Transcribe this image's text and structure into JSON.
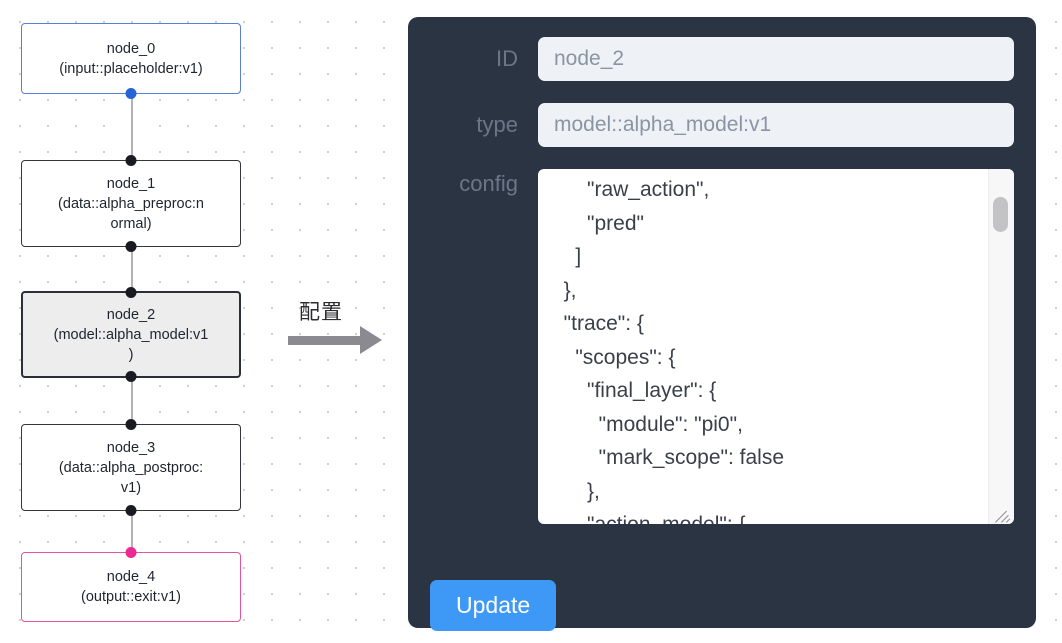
{
  "canvas": {
    "nodes": [
      {
        "id": "node_0",
        "title": "node_0",
        "subtitle": "(input::placeholder:v1)",
        "state": "input",
        "border_color": "#5b7fd4",
        "handle_color": "#2563d6"
      },
      {
        "id": "node_1",
        "title": "node_1",
        "subtitle": "(data::alpha_preproc:n",
        "subtitle2": "ormal)",
        "state": "normal",
        "border_color": "#33363d",
        "handle_color": "#1a1a22"
      },
      {
        "id": "node_2",
        "title": "node_2",
        "subtitle": "(model::alpha_model:v1",
        "subtitle2": ")",
        "state": "selected",
        "border_color": "#2b2f38",
        "handle_color": "#1a1a22"
      },
      {
        "id": "node_3",
        "title": "node_3",
        "subtitle": "(data::alpha_postproc:",
        "subtitle2": "v1)",
        "state": "normal",
        "border_color": "#33363d",
        "handle_color": "#1a1a22"
      },
      {
        "id": "node_4",
        "title": "node_4",
        "subtitle": "(output::exit:v1)",
        "state": "output",
        "border_color": "#e2559e",
        "handle_color": "#ed2891"
      }
    ]
  },
  "transition": {
    "label": "配置",
    "arrow_color": "#8a8a90"
  },
  "inspector": {
    "background": "#2b3443",
    "fields": {
      "id": {
        "label": "ID",
        "value": "node_2"
      },
      "type": {
        "label": "type",
        "value": "model::alpha_model:v1"
      },
      "config": {
        "label": "config",
        "value": "      \"raw_action\",\n      \"pred\"\n    ]\n  },\n  \"trace\": {\n    \"scopes\": {\n      \"final_layer\": {\n        \"module\": \"pi0\",\n        \"mark_scope\": false\n      },\n      \"action_model\": {"
      }
    },
    "update_button": {
      "label": "Update",
      "color": "#3d99f5"
    }
  }
}
